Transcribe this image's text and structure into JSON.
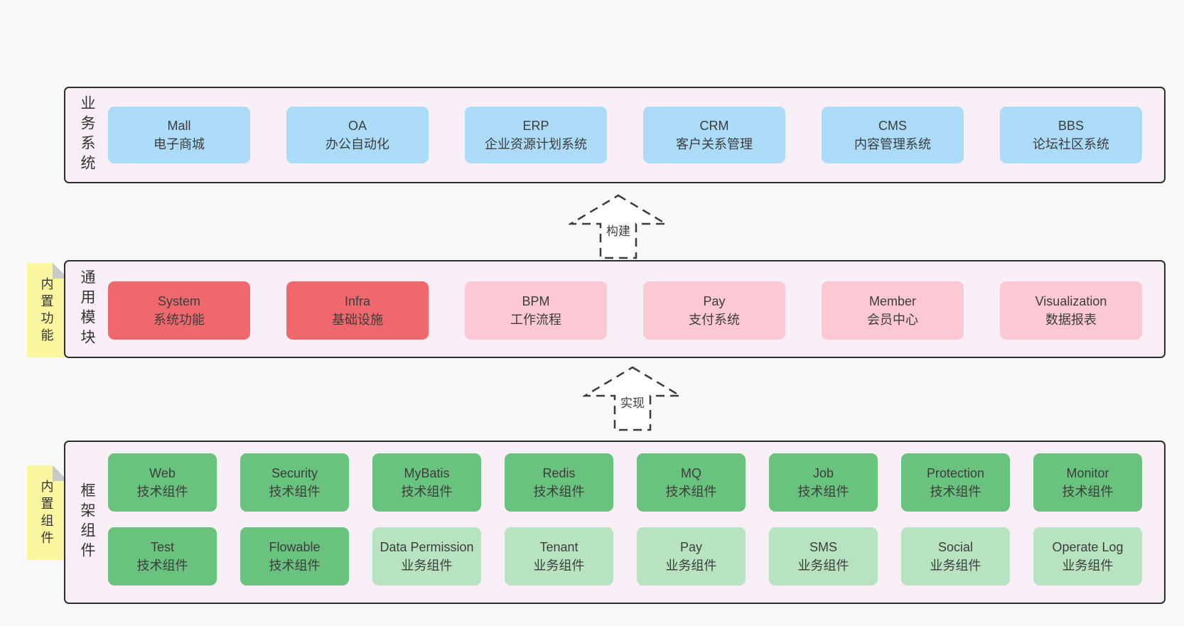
{
  "colors": {
    "page_background": "#f8f8f8",
    "band_fill": "#f7eef6",
    "band_border": "#2d2d2d",
    "blue_box": "#abdbf7",
    "red_box": "#ee686e",
    "pink_box": "#fbc8d3",
    "green_box": "#69c27d",
    "light_green_box": "#b7e3c1",
    "sticky_note": "#faf7a0",
    "sticky_fold": "#c9c9c9",
    "text": "#3d3d3d"
  },
  "arrows": [
    {
      "label": "构建"
    },
    {
      "label": "实现"
    }
  ],
  "bands": [
    {
      "label": "业务系统",
      "sticky": null,
      "rows": [
        [
          {
            "title": "Mall",
            "subtitle": "电子商城",
            "color": "blue"
          },
          {
            "title": "OA",
            "subtitle": "办公自动化",
            "color": "blue"
          },
          {
            "title": "ERP",
            "subtitle": "企业资源计划系统",
            "color": "blue"
          },
          {
            "title": "CRM",
            "subtitle": "客户关系管理",
            "color": "blue"
          },
          {
            "title": "CMS",
            "subtitle": "内容管理系统",
            "color": "blue"
          },
          {
            "title": "BBS",
            "subtitle": "论坛社区系统",
            "color": "blue"
          }
        ]
      ]
    },
    {
      "label": "通用模块",
      "sticky": "内置功能",
      "rows": [
        [
          {
            "title": "System",
            "subtitle": "系统功能",
            "color": "red"
          },
          {
            "title": "Infra",
            "subtitle": "基础设施",
            "color": "red"
          },
          {
            "title": "BPM",
            "subtitle": "工作流程",
            "color": "pink"
          },
          {
            "title": "Pay",
            "subtitle": "支付系统",
            "color": "pink"
          },
          {
            "title": "Member",
            "subtitle": "会员中心",
            "color": "pink"
          },
          {
            "title": "Visualization",
            "subtitle": "数据报表",
            "color": "pink"
          }
        ]
      ]
    },
    {
      "label": "框架组件",
      "sticky": "内置组件",
      "rows": [
        [
          {
            "title": "Web",
            "subtitle": "技术组件",
            "color": "green"
          },
          {
            "title": "Security",
            "subtitle": "技术组件",
            "color": "green"
          },
          {
            "title": "MyBatis",
            "subtitle": "技术组件",
            "color": "green"
          },
          {
            "title": "Redis",
            "subtitle": "技术组件",
            "color": "green"
          },
          {
            "title": "MQ",
            "subtitle": "技术组件",
            "color": "green"
          },
          {
            "title": "Job",
            "subtitle": "技术组件",
            "color": "green"
          },
          {
            "title": "Protection",
            "subtitle": "技术组件",
            "color": "green"
          },
          {
            "title": "Monitor",
            "subtitle": "技术组件",
            "color": "green"
          }
        ],
        [
          {
            "title": "Test",
            "subtitle": "技术组件",
            "color": "green"
          },
          {
            "title": "Flowable",
            "subtitle": "技术组件",
            "color": "green"
          },
          {
            "title": "Data Permission",
            "subtitle": "业务组件",
            "color": "lightgreen"
          },
          {
            "title": "Tenant",
            "subtitle": "业务组件",
            "color": "lightgreen"
          },
          {
            "title": "Pay",
            "subtitle": "业务组件",
            "color": "lightgreen"
          },
          {
            "title": "SMS",
            "subtitle": "业务组件",
            "color": "lightgreen"
          },
          {
            "title": "Social",
            "subtitle": "业务组件",
            "color": "lightgreen"
          },
          {
            "title": "Operate Log",
            "subtitle": "业务组件",
            "color": "lightgreen"
          }
        ]
      ]
    }
  ]
}
